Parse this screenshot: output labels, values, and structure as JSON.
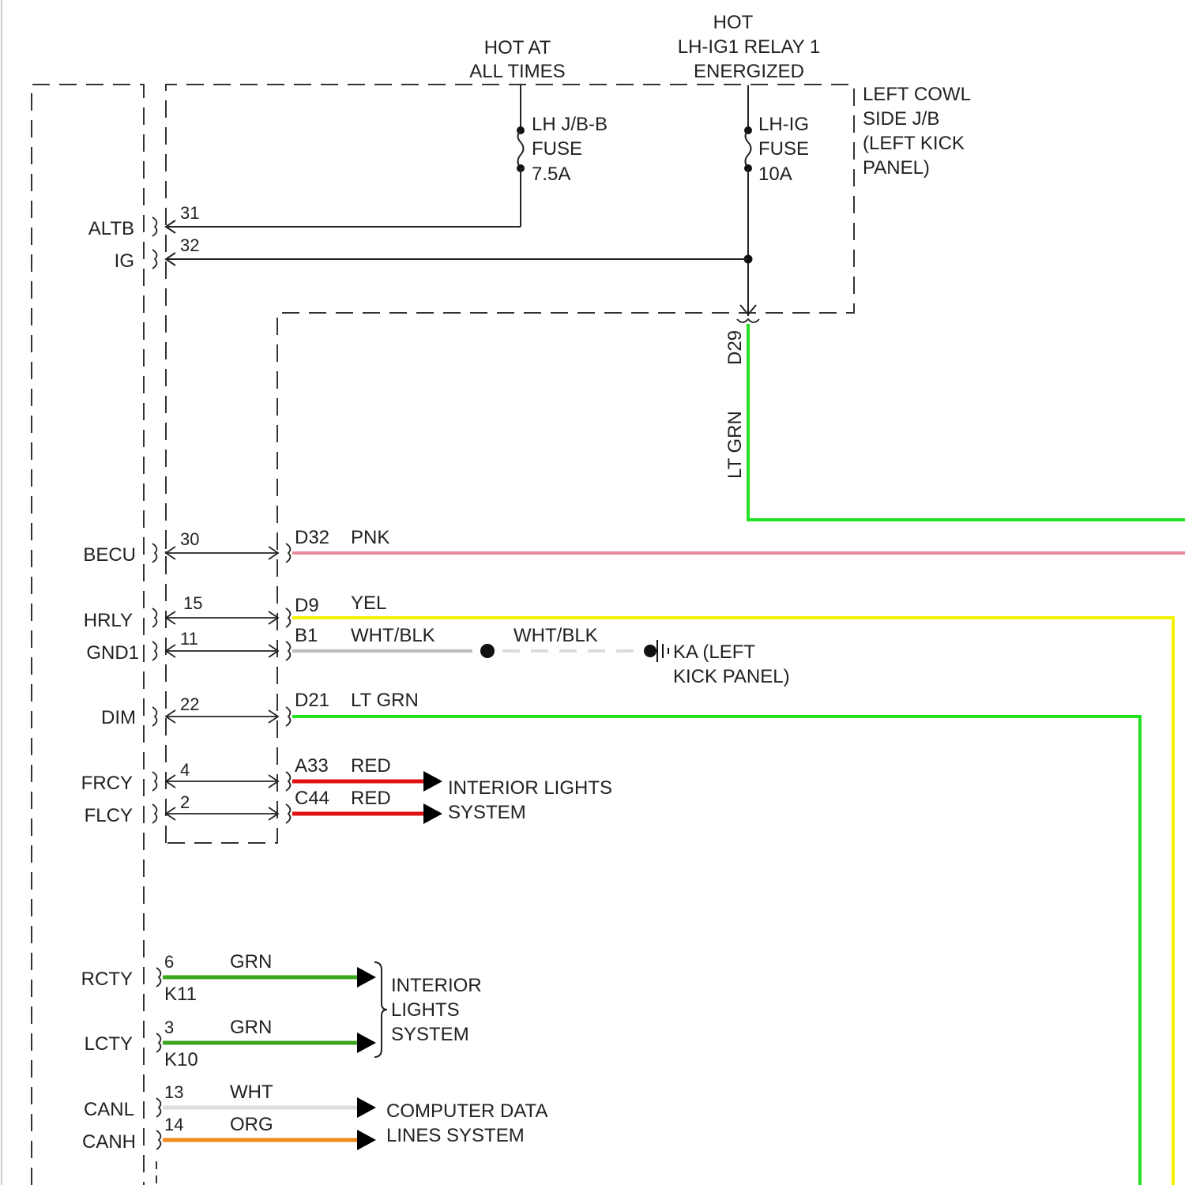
{
  "colors": {
    "lt_grn": "#22e022",
    "pnk": "#e88a9a",
    "yel": "#f2f200",
    "wht_blk": "#bdbdbd",
    "red": "#e01010",
    "grn": "#3aa61a",
    "wht": "#dddddd",
    "org": "#f08a1c"
  },
  "power": {
    "hot_at_all_times": [
      "HOT AT",
      "ALL TIMES"
    ],
    "hot_relay": [
      "HOT",
      "LH-IG1 RELAY 1",
      "ENERGIZED"
    ]
  },
  "fuses": {
    "fuse1": [
      "LH J/B-B",
      "FUSE",
      "7.5A"
    ],
    "fuse2": [
      "LH-IG",
      "FUSE",
      "10A"
    ]
  },
  "junction_box": [
    "LEFT COWL",
    "SIDE J/B",
    "(LEFT KICK",
    "PANEL)"
  ],
  "connector_d29": "D29",
  "wire_d29_color": "LT GRN",
  "module_pins": {
    "altb": {
      "name": "ALTB",
      "pin": "31"
    },
    "ig": {
      "name": "IG",
      "pin": "32"
    },
    "becu": {
      "name": "BECU",
      "pin": "30"
    },
    "hrly": {
      "name": "HRLY",
      "pin": "15"
    },
    "gnd1": {
      "name": "GND1",
      "pin": "11"
    },
    "dim": {
      "name": "DIM",
      "pin": "22"
    },
    "frcy": {
      "name": "FRCY",
      "pin": "4"
    },
    "flcy": {
      "name": "FLCY",
      "pin": "2"
    },
    "rcty": {
      "name": "RCTY",
      "pin": "6"
    },
    "lcty": {
      "name": "LCTY",
      "pin": "3"
    },
    "canl": {
      "name": "CANL",
      "pin": "13"
    },
    "canh": {
      "name": "CANH",
      "pin": "14"
    }
  },
  "wires": {
    "d32": {
      "connector": "D32",
      "color": "PNK"
    },
    "d9": {
      "connector": "D9",
      "color": "YEL"
    },
    "b1": {
      "connector": "B1",
      "color": "WHT/BLK",
      "color2": "WHT/BLK"
    },
    "d21": {
      "connector": "D21",
      "color": "LT GRN"
    },
    "a33": {
      "connector": "A33",
      "color": "RED"
    },
    "c44": {
      "connector": "C44",
      "color": "RED"
    },
    "k11": {
      "connector": "K11",
      "color": "GRN"
    },
    "k10": {
      "connector": "K10",
      "color": "GRN"
    },
    "can13": {
      "color": "WHT"
    },
    "can14": {
      "color": "ORG"
    }
  },
  "ground": [
    "KA (LEFT",
    "KICK PANEL)"
  ],
  "destinations": {
    "interior_lights_1": [
      "INTERIOR LIGHTS",
      "SYSTEM"
    ],
    "interior_lights_2": [
      "INTERIOR",
      "LIGHTS",
      "SYSTEM"
    ],
    "computer_data": [
      "COMPUTER DATA",
      "LINES SYSTEM"
    ]
  }
}
